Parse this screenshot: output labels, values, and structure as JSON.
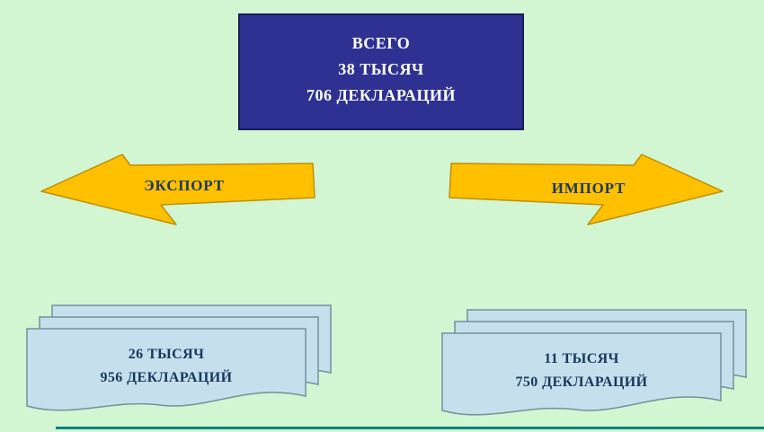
{
  "slide": {
    "background_color": "#d2f5d2",
    "bottom_rule_color": "#008080"
  },
  "total_box": {
    "fill_color": "#2e3192",
    "border_color": "#191c5a",
    "text_color": "#ffffff",
    "lines": [
      "ВСЕГО",
      "38 ТЫСЯЧ",
      "706 ДЕКЛАРАЦИЙ"
    ]
  },
  "arrows": {
    "fill_color": "#ffc000",
    "stroke_color": "#bf8f00",
    "label_color": "#1f3864",
    "export_label": "ЭКСПОРТ",
    "import_label": "ИМПОРТ"
  },
  "documents": {
    "fill_color": "#c5e0ec",
    "stroke_color": "#74909c",
    "text_color": "#17375e",
    "export": {
      "lines": [
        "26 ТЫСЯЧ",
        "956 ДЕКЛАРАЦИЙ"
      ]
    },
    "import": {
      "lines": [
        "11 ТЫСЯЧ",
        "750 ДЕКЛАРАЦИЙ"
      ]
    }
  }
}
